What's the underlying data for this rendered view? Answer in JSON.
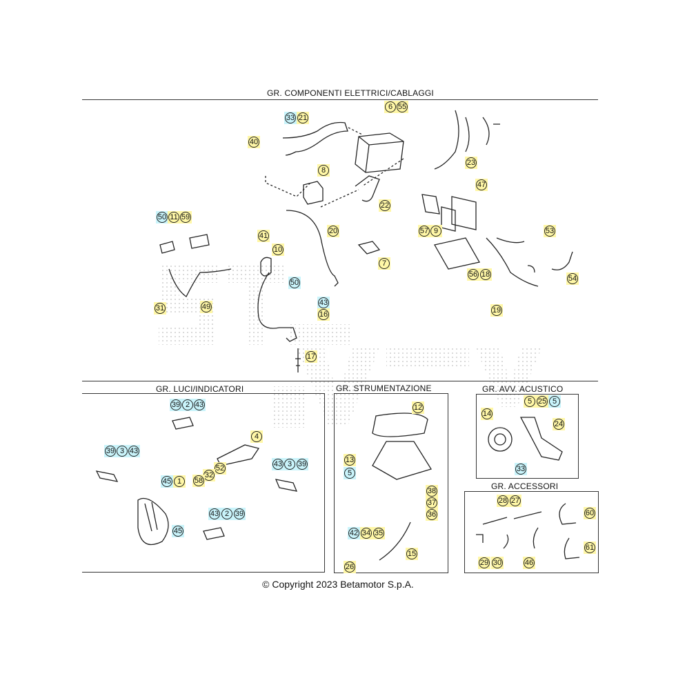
{
  "sections": {
    "main": "GR. COMPONENTI ELETTRICI/CABLAGGI",
    "lights": "GR. LUCI/INDICATORI",
    "instruments": "GR. STRUMENTAZIONE",
    "horn": "GR. AVV. ACUSTICO",
    "accessories": "GR. ACCESSORI"
  },
  "copyright": "© Copyright 2023 Betamotor S.p.A.",
  "colors": {
    "yellow_tag": "#fff7a6",
    "cyan_tag": "#c9f4fb",
    "line": "#333333"
  },
  "callouts": [
    {
      "id": "c1",
      "label": "33",
      "tone": "cyan"
    },
    {
      "id": "c2",
      "label": "21",
      "tone": "yellow"
    },
    {
      "id": "c3",
      "label": "6",
      "tone": "yellow"
    },
    {
      "id": "c4",
      "label": "55",
      "tone": "yellow"
    },
    {
      "id": "c5",
      "label": "40",
      "tone": "yellow"
    },
    {
      "id": "c6",
      "label": "23",
      "tone": "yellow"
    },
    {
      "id": "c7",
      "label": "8",
      "tone": "yellow"
    },
    {
      "id": "c8",
      "label": "47",
      "tone": "yellow"
    },
    {
      "id": "c9",
      "label": "22",
      "tone": "yellow"
    },
    {
      "id": "c10",
      "label": "50",
      "tone": "cyan"
    },
    {
      "id": "c11",
      "label": "11",
      "tone": "yellow"
    },
    {
      "id": "c12",
      "label": "59",
      "tone": "yellow"
    },
    {
      "id": "c13",
      "label": "41",
      "tone": "yellow"
    },
    {
      "id": "c14",
      "label": "20",
      "tone": "yellow"
    },
    {
      "id": "c15",
      "label": "57",
      "tone": "yellow"
    },
    {
      "id": "c16",
      "label": "9",
      "tone": "yellow"
    },
    {
      "id": "c17",
      "label": "53",
      "tone": "yellow"
    },
    {
      "id": "c18",
      "label": "10",
      "tone": "yellow"
    },
    {
      "id": "c19",
      "label": "7",
      "tone": "yellow"
    },
    {
      "id": "c20",
      "label": "50",
      "tone": "cyan"
    },
    {
      "id": "c21",
      "label": "56",
      "tone": "yellow"
    },
    {
      "id": "c22",
      "label": "18",
      "tone": "yellow"
    },
    {
      "id": "c23",
      "label": "54",
      "tone": "yellow"
    },
    {
      "id": "c24",
      "label": "43",
      "tone": "cyan"
    },
    {
      "id": "c25",
      "label": "31",
      "tone": "yellow"
    },
    {
      "id": "c26",
      "label": "49",
      "tone": "yellow"
    },
    {
      "id": "c27",
      "label": "16",
      "tone": "yellow"
    },
    {
      "id": "c28",
      "label": "19",
      "tone": "yellow"
    },
    {
      "id": "c29",
      "label": "17",
      "tone": "yellow"
    },
    {
      "id": "c30",
      "label": "39",
      "tone": "cyan"
    },
    {
      "id": "c31",
      "label": "2",
      "tone": "cyan"
    },
    {
      "id": "c32",
      "label": "43",
      "tone": "cyan"
    },
    {
      "id": "c33",
      "label": "12",
      "tone": "yellow"
    },
    {
      "id": "c34",
      "label": "5",
      "tone": "yellow"
    },
    {
      "id": "c35",
      "label": "25",
      "tone": "yellow"
    },
    {
      "id": "c36",
      "label": "5",
      "tone": "cyan"
    },
    {
      "id": "c37",
      "label": "14",
      "tone": "yellow"
    },
    {
      "id": "c38",
      "label": "24",
      "tone": "yellow"
    },
    {
      "id": "c39",
      "label": "4",
      "tone": "yellow"
    },
    {
      "id": "c40",
      "label": "39",
      "tone": "cyan"
    },
    {
      "id": "c41",
      "label": "3",
      "tone": "cyan"
    },
    {
      "id": "c42",
      "label": "43",
      "tone": "cyan"
    },
    {
      "id": "c43",
      "label": "13",
      "tone": "yellow"
    },
    {
      "id": "c44",
      "label": "43",
      "tone": "cyan"
    },
    {
      "id": "c45",
      "label": "3",
      "tone": "cyan"
    },
    {
      "id": "c46",
      "label": "39",
      "tone": "cyan"
    },
    {
      "id": "c47",
      "label": "52",
      "tone": "yellow"
    },
    {
      "id": "c48",
      "label": "5",
      "tone": "cyan"
    },
    {
      "id": "c49",
      "label": "33",
      "tone": "cyan"
    },
    {
      "id": "c50",
      "label": "32",
      "tone": "yellow"
    },
    {
      "id": "c51",
      "label": "45",
      "tone": "cyan"
    },
    {
      "id": "c52",
      "label": "1",
      "tone": "yellow"
    },
    {
      "id": "c53",
      "label": "58",
      "tone": "yellow"
    },
    {
      "id": "c54",
      "label": "38",
      "tone": "yellow"
    },
    {
      "id": "c55",
      "label": "37",
      "tone": "yellow"
    },
    {
      "id": "c56",
      "label": "36",
      "tone": "yellow"
    },
    {
      "id": "c57",
      "label": "28",
      "tone": "yellow"
    },
    {
      "id": "c58",
      "label": "27",
      "tone": "yellow"
    },
    {
      "id": "c59",
      "label": "60",
      "tone": "yellow"
    },
    {
      "id": "c60",
      "label": "43",
      "tone": "cyan"
    },
    {
      "id": "c61",
      "label": "2",
      "tone": "cyan"
    },
    {
      "id": "c62",
      "label": "39",
      "tone": "cyan"
    },
    {
      "id": "c63",
      "label": "45",
      "tone": "cyan"
    },
    {
      "id": "c64",
      "label": "42",
      "tone": "cyan"
    },
    {
      "id": "c65",
      "label": "34",
      "tone": "yellow"
    },
    {
      "id": "c66",
      "label": "35",
      "tone": "yellow"
    },
    {
      "id": "c67",
      "label": "15",
      "tone": "yellow"
    },
    {
      "id": "c68",
      "label": "61",
      "tone": "yellow"
    },
    {
      "id": "c69",
      "label": "26",
      "tone": "yellow"
    },
    {
      "id": "c70",
      "label": "29",
      "tone": "yellow"
    },
    {
      "id": "c71",
      "label": "30",
      "tone": "yellow"
    },
    {
      "id": "c72",
      "label": "46",
      "tone": "yellow"
    }
  ]
}
